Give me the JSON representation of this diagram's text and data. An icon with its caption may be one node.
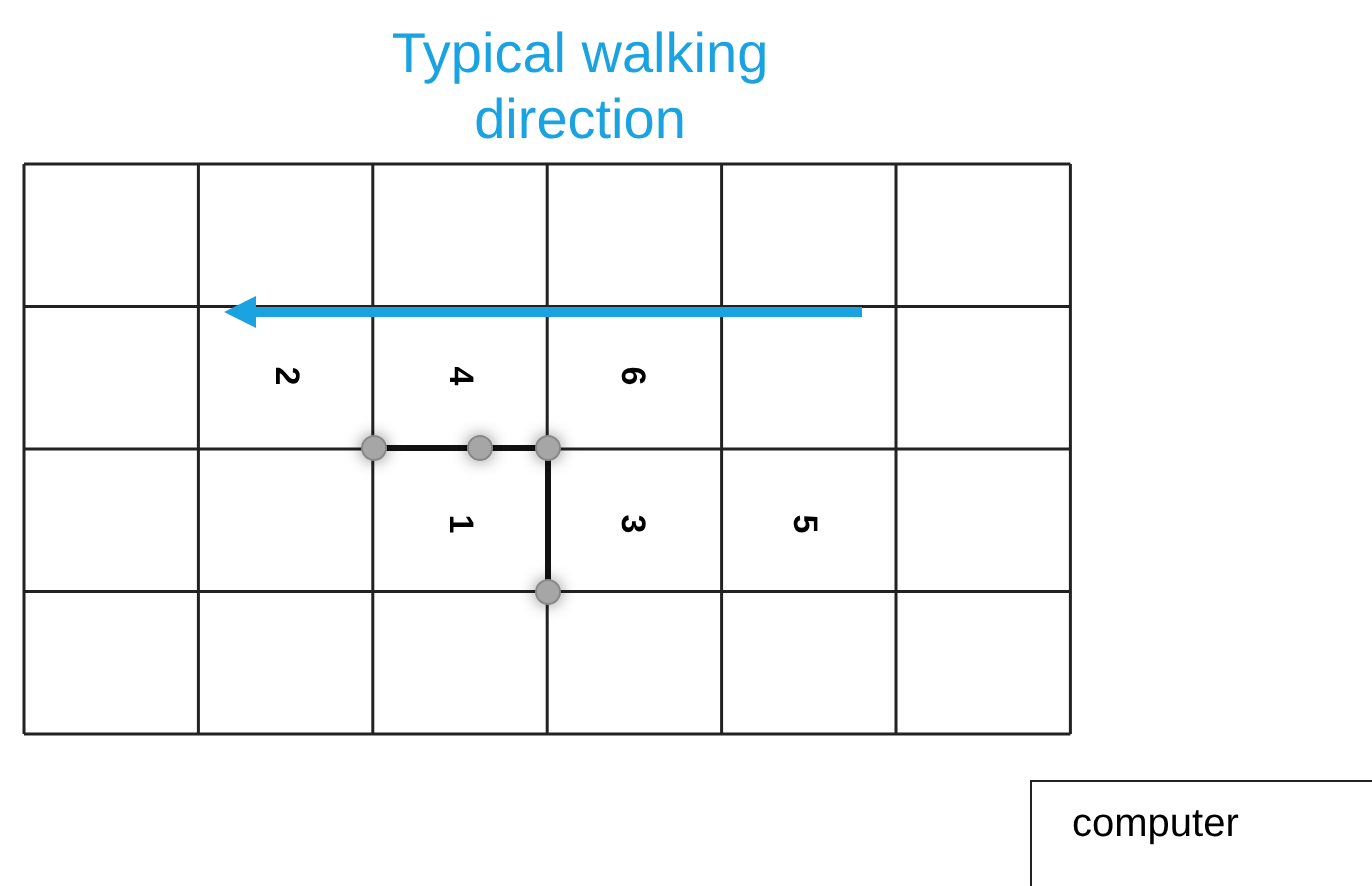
{
  "diagram": {
    "title": "Typical walking direction",
    "nodes": [
      {
        "text": [
          "computer"
        ]
      },
      {
        "text": [],
        "shape": "circle"
      },
      {
        "text": [],
        "shape": "circle"
      },
      {
        "text": [],
        "shape": "circle"
      },
      {
        "text": [],
        "shape": "circle"
      }
    ],
    "edges": [
      {
        "from": 1,
        "to": 2,
        "arrow": "none"
      },
      {
        "from": 2,
        "to": 3,
        "arrow": "none"
      },
      {
        "from": 3,
        "to": 4,
        "arrow": "none"
      }
    ],
    "labels": [
      "2",
      "4",
      "6",
      "1",
      "3",
      "5"
    ]
  }
}
